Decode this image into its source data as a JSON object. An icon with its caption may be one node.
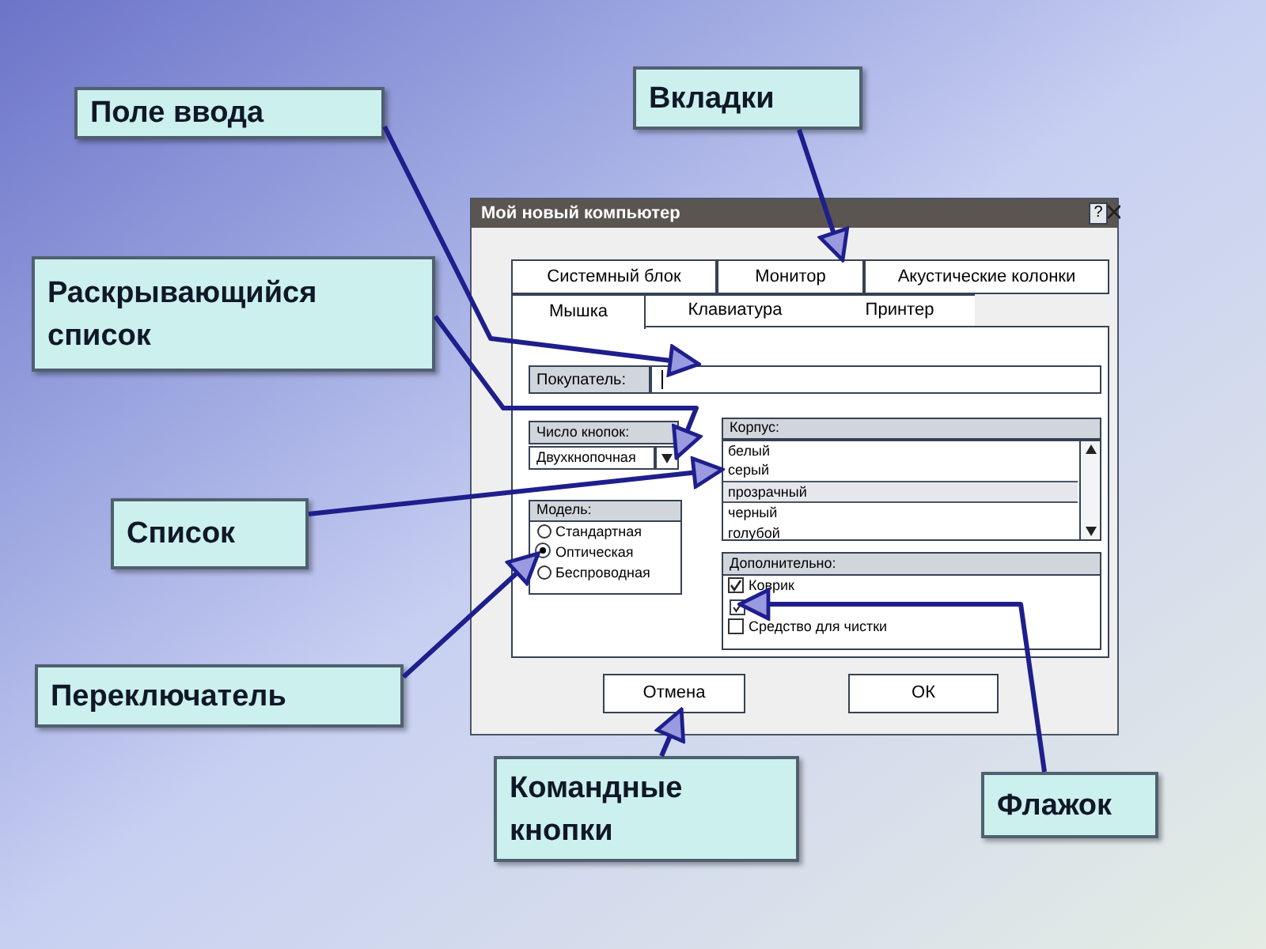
{
  "diagram": {
    "nodes": [
      {
        "text": [
          "Поле ввода"
        ]
      },
      {
        "text": [
          "Вкладки"
        ]
      },
      {
        "text": [
          "Раскрывающийся список"
        ]
      },
      {
        "text": [
          "Список"
        ]
      },
      {
        "text": [
          "Переключатель"
        ]
      },
      {
        "text": [
          "Командные кнопки"
        ]
      },
      {
        "text": [
          "Флажок"
        ]
      },
      {
        "text": [
          "Мой новый компьютер"
        ]
      },
      {
        "text": [],
        "shape": "box",
        "in": 7,
        "beside": [
          "Покупатель:"
        ]
      },
      {
        "text": [
          "Монитор"
        ],
        "in": 7
      },
      {
        "text": [],
        "shape": "box",
        "in": 7,
        "beside": [
          "Двухкнопочная"
        ]
      },
      {
        "text": [
          "белый",
          "серый",
          "прозрачный",
          "черный",
          "голубой"
        ],
        "in": 7
      },
      {
        "text": [],
        "shape": "circle",
        "in": 7
      },
      {
        "text": [
          "Отмена"
        ],
        "in": 7
      },
      {
        "text": [
          "Дополнительно:"
        ],
        "in": 7
      },
      {
        "text": [],
        "shape": "box",
        "in": 14
      },
      {
        "text": [
          "Системный блок"
        ],
        "in": 7
      },
      {
        "text": [
          "Акустические колонки"
        ],
        "in": 7
      },
      {
        "text": [
          "Мышка"
        ],
        "in": 7
      },
      {
        "text": [
          "Клавиатура"
        ],
        "in": 7
      },
      {
        "text": [
          "Принтер"
        ],
        "in": 7
      },
      {
        "text": [
          "ОК"
        ],
        "in": 7
      }
    ],
    "edges": [
      {
        "from": 0,
        "to": 8,
        "arrow": "to"
      },
      {
        "from": 1,
        "to": 9,
        "arrow": "to"
      },
      {
        "from": 2,
        "to": 10,
        "arrow": "to"
      },
      {
        "from": 3,
        "to": 11,
        "arrow": "to"
      },
      {
        "from": 4,
        "to": 12,
        "arrow": "to"
      },
      {
        "from": 5,
        "to": 13,
        "arrow": "to"
      },
      {
        "from": 6,
        "to": 15,
        "arrow": "to"
      }
    ],
    "labels": [
      "?",
      "Число кнопок:",
      "Корпус:",
      "Модель:",
      "Стандартная",
      "Оптическая",
      "Беспроводная",
      "Коврик",
      "Средство для чистки"
    ]
  }
}
